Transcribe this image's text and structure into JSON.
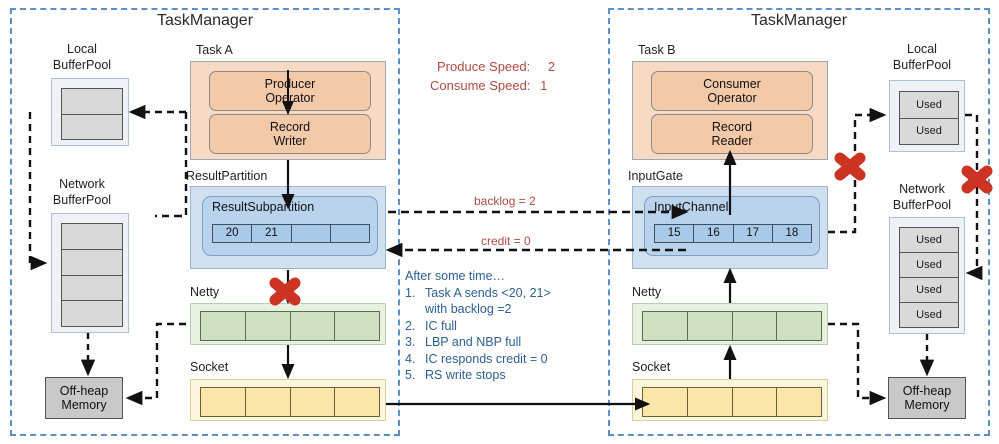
{
  "left_taskmanager": {
    "title": "TaskManager",
    "local_buffer_pool": {
      "label_line1": "Local",
      "label_line2": "BufferPool",
      "cells": [
        "",
        ""
      ]
    },
    "network_buffer_pool": {
      "label_line1": "Network",
      "label_line2": "BufferPool",
      "cells": [
        "",
        "",
        "",
        ""
      ]
    },
    "task": {
      "label": "Task A",
      "operator_line1": "Producer",
      "operator_line2": "Operator",
      "writer_line1": "Record",
      "writer_line2": "Writer"
    },
    "result_partition": {
      "label": "ResultPartition",
      "subpartition_label": "ResultSubpartition",
      "buffers": [
        "20",
        "21",
        "",
        ""
      ]
    },
    "netty": {
      "label": "Netty",
      "cells": [
        "",
        "",
        "",
        ""
      ]
    },
    "socket": {
      "label": "Socket",
      "cells": [
        "",
        "",
        "",
        ""
      ]
    },
    "off_heap": {
      "line1": "Off-heap",
      "line2": "Memory"
    }
  },
  "right_taskmanager": {
    "title": "TaskManager",
    "local_buffer_pool": {
      "label_line1": "Local",
      "label_line2": "BufferPool",
      "cells": [
        "Used",
        "Used"
      ]
    },
    "network_buffer_pool": {
      "label_line1": "Network",
      "label_line2": "BufferPool",
      "cells": [
        "Used",
        "Used",
        "Used",
        "Used"
      ]
    },
    "task": {
      "label": "Task B",
      "operator_line1": "Consumer",
      "operator_line2": "Operator",
      "reader_line1": "Record",
      "reader_line2": "Reader"
    },
    "input_gate": {
      "label": "InputGate",
      "channel_label": "InputChannel",
      "buffers": [
        "15",
        "16",
        "17",
        "18"
      ]
    },
    "netty": {
      "label": "Netty",
      "cells": [
        "",
        "",
        "",
        ""
      ]
    },
    "socket": {
      "label": "Socket",
      "cells": [
        "",
        "",
        "",
        ""
      ]
    },
    "off_heap": {
      "line1": "Off-heap",
      "line2": "Memory"
    }
  },
  "center": {
    "produce_speed_label": "Produce Speed:",
    "produce_speed_value": "2",
    "consume_speed_label": "Consume Speed:",
    "consume_speed_value": "1",
    "backlog_label": "backlog = 2",
    "credit_label": "credit = 0",
    "steps_title": "After some time…",
    "steps": [
      {
        "num": "1.",
        "text": "Task A sends <20, 21>"
      },
      {
        "num": "",
        "text": "with backlog =2"
      },
      {
        "num": "2.",
        "text": "IC full"
      },
      {
        "num": "3.",
        "text": "LBP and NBP full"
      },
      {
        "num": "4.",
        "text": "IC responds credit = 0"
      },
      {
        "num": "5.",
        "text": "RS write stops"
      }
    ]
  },
  "blockers": [
    {
      "name": "block-left-resultsubpartition-to-netty"
    },
    {
      "name": "block-right-inputgate-to-localbufferpool"
    },
    {
      "name": "block-right-localbufferpool-to-networkbufferpool"
    }
  ],
  "colors": {
    "frame": "#5b8fc9",
    "accent_red": "#b04a42",
    "steps_blue": "#2e6094",
    "block_red": "#cc3322",
    "task_orange": "#f7d9c4",
    "operator_orange": "#f4c9a8",
    "partition_blue": "#cfe0f1",
    "netty_green": "#e8f0e0",
    "socket_yellow": "#fdf6dd"
  }
}
